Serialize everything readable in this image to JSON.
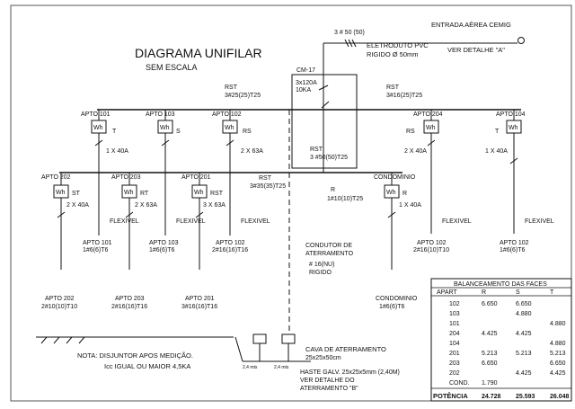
{
  "title": "DIAGRAMA UNIFILAR",
  "subtitle": "SEM ESCALA",
  "entrance": {
    "label": "ENTRADA AÉREA CEMIG",
    "detail": "VER DETALHE \"A\"",
    "conductor": "3 # 50 (50)",
    "conduit_1": "ELETRODUTO PVC",
    "conduit_2": "RIGIDO Ø 50mm"
  },
  "cm": {
    "label": "CM-17",
    "breaker_1": "3x120A",
    "breaker_2": "10KA",
    "rst": "RST",
    "rst_cable": "3 #50(50)T25"
  },
  "feeders": {
    "left_rst": "RST",
    "left_cable": "3#25(25)T25",
    "right_rst": "RST",
    "right_cable": "3#16(25)T25",
    "lower_rst": "RST",
    "lower_cable": "3#35(35)T25",
    "r_label": "R",
    "r_cable": "1#10(10)T25"
  },
  "upper_meters": [
    {
      "apto": "APTO 101",
      "phase": "T",
      "wh": "Wh"
    },
    {
      "apto": "APTO 103",
      "phase": "S",
      "wh": "Wh"
    },
    {
      "apto": "APTO 102",
      "phase": "RS",
      "wh": "Wh"
    },
    {
      "apto": "APTO 204",
      "phase": "RS",
      "wh": "Wh"
    },
    {
      "apto": "APTO 104",
      "phase": "T",
      "wh": "Wh"
    }
  ],
  "upper_breakers": {
    "b101": "1 X 40A",
    "b102": "2 X 63A",
    "b204": "2 X 40A",
    "b104": "1 X 40A"
  },
  "lower_meters": [
    {
      "apto": "APTO 202",
      "phase": "ST",
      "wh": "Wh"
    },
    {
      "apto": "APTO 203",
      "phase": "RT",
      "wh": "Wh"
    },
    {
      "apto": "APTO 201",
      "phase": "RST",
      "wh": "Wh"
    },
    {
      "apto": "CONDOMINIO",
      "phase": "R",
      "wh": "Wh"
    }
  ],
  "lower_breakers": {
    "b202": "2 X 40A",
    "b203": "2 X 63A",
    "b201": "3 X 63A",
    "bcond": "1 X 40A"
  },
  "flexivel": "FLEXIVEL",
  "circuits_mid": [
    {
      "name": "APTO 101",
      "cable": "1#6(6)T6"
    },
    {
      "name": "APTO 103",
      "cable": "1#6(6)T6"
    },
    {
      "name": "APTO 102",
      "cable": "2#16(16)T16"
    },
    {
      "name": "APTO 102",
      "cable": "2#16(10)T10"
    },
    {
      "name": "APTO 102",
      "cable": "1#6(6)T6"
    }
  ],
  "circuits_bottom": [
    {
      "name": "APTO 202",
      "cable": "2#10(10)T10"
    },
    {
      "name": "APTO 203",
      "cable": "2#16(16)T16"
    },
    {
      "name": "APTO 201",
      "cable": "3#16(16)T16"
    },
    {
      "name": "CONDOMINIO",
      "cable": "1#6(6)T6"
    }
  ],
  "ground": {
    "conductor_1": "CONDUTOR DE",
    "conductor_2": "ATERRAMENTO",
    "conductor_3": "# 16(NU)",
    "conductor_4": "RIGIDO",
    "cava_1": "CAVA DE ATERRAMENTO",
    "cava_2": "25x25x50cm",
    "haste_1": "HASTE GALV. 25x25x5mm (2,40M)",
    "haste_2": "VER DETALHE DO",
    "haste_3": "ATERRAMENTO \"B\"",
    "dim_1": "2,4 mts",
    "dim_2": "2,4 mts"
  },
  "note": {
    "line_1": "NOTA:  DISJUNTOR APOS MEDIÇÃO.",
    "line_2": "Icc IGUAL OU MAIOR 4,5KA"
  },
  "table": {
    "title": "BALANCEAMENTO DAS FACES",
    "headers": [
      "APART",
      "R",
      "S",
      "T"
    ],
    "rows": [
      [
        "102",
        "6.650",
        "6.650",
        ""
      ],
      [
        "103",
        "",
        "4.880",
        ""
      ],
      [
        "101",
        "",
        "",
        "4.880"
      ],
      [
        "204",
        "4.425",
        "4.425",
        ""
      ],
      [
        "104",
        "",
        "",
        "4.880"
      ],
      [
        "201",
        "5.213",
        "5.213",
        "5.213"
      ],
      [
        "203",
        "6.650",
        "",
        "6.650"
      ],
      [
        "202",
        "",
        "4.425",
        "4.425"
      ],
      [
        "COND.",
        "1.790",
        "",
        ""
      ]
    ],
    "total_label": "POTÊNCIA",
    "totals": [
      "24.728",
      "25.593",
      "26.048"
    ]
  }
}
